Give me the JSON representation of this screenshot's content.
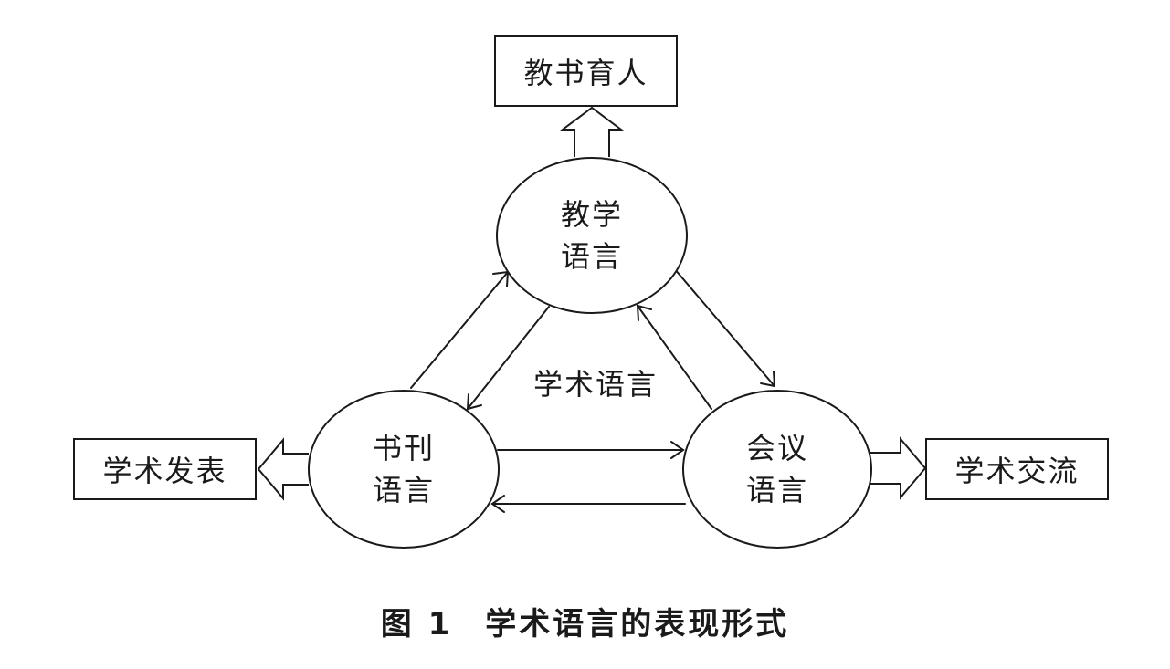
{
  "diagram": {
    "top_box": "教书育人",
    "left_box": "学术发表",
    "right_box": "学术交流",
    "center_label": "学术语言",
    "top_node": {
      "line1": "教学",
      "line2": "语言"
    },
    "left_node": {
      "line1": "书刊",
      "line2": "语言"
    },
    "right_node": {
      "line1": "会议",
      "line2": "语言"
    }
  },
  "caption": {
    "number": "图 1",
    "text": "学术语言的表现形式"
  },
  "colors": {
    "stroke": "#1a1a1a",
    "background": "#ffffff"
  }
}
